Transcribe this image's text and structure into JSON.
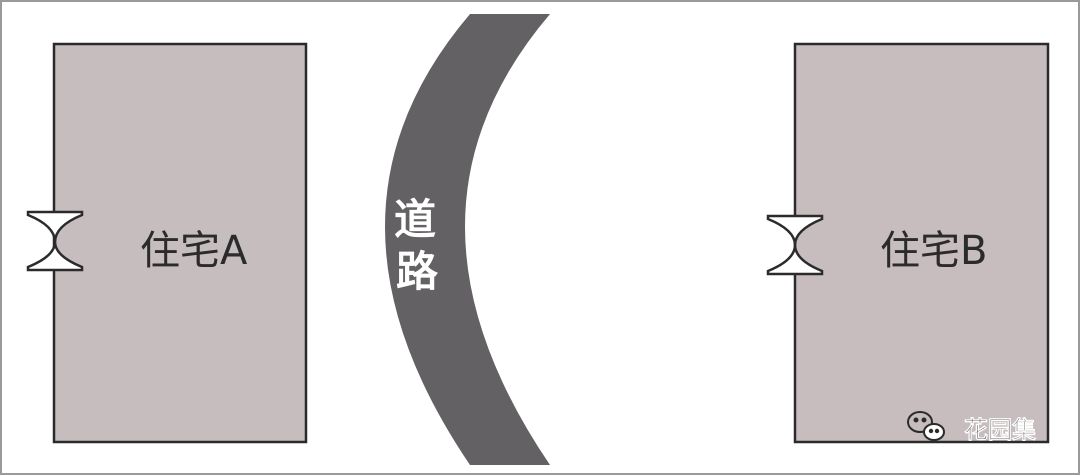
{
  "house_a": {
    "label": "住宅A",
    "fill": "#c6bdbf"
  },
  "house_b": {
    "label": "住宅B",
    "fill": "#c8bdbe"
  },
  "road": {
    "label_chars": [
      "道",
      "路"
    ],
    "fill": "#636163",
    "label_color": "#ffffff"
  },
  "door_icon_name": "door-symbol-icon",
  "watermark": {
    "text": "花园集",
    "icon": "wechat-icon"
  },
  "colors": {
    "outline": "#2b2b2b",
    "text": "#2b2b2b",
    "frame": "#9a9a9a"
  }
}
